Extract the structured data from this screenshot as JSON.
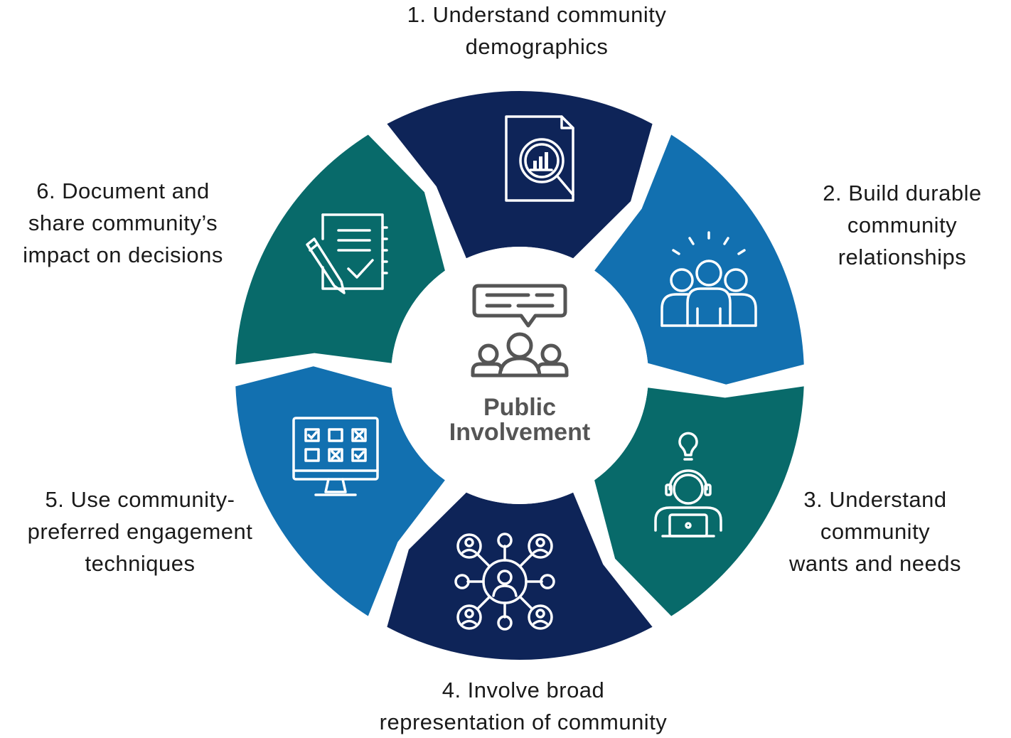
{
  "center": {
    "line1": "Public",
    "line2": "Involvement",
    "icon": "public-meeting-speech-bubble-icon",
    "text_color": "#555555"
  },
  "colors": {
    "navy": "#0e2458",
    "blue": "#1270b0",
    "teal": "#086a6a"
  },
  "steps": [
    {
      "lines": [
        "1. Understand community",
        "demographics"
      ],
      "color": "navy",
      "icon": "document-data-magnifier-icon"
    },
    {
      "lines": [
        "2. Build durable",
        "community",
        "relationships"
      ],
      "color": "blue",
      "icon": "community-group-icon"
    },
    {
      "lines": [
        "3. Understand",
        "community",
        "wants and needs"
      ],
      "color": "teal",
      "icon": "person-laptop-idea-icon"
    },
    {
      "lines": [
        "4. Involve broad",
        "representation of community"
      ],
      "color": "navy",
      "icon": "network-people-icon"
    },
    {
      "lines": [
        "5. Use community-",
        "preferred engagement",
        "techniques"
      ],
      "color": "blue",
      "icon": "monitor-checklist-icon"
    },
    {
      "lines": [
        "6. Document and",
        "share community’s",
        "impact on decisions"
      ],
      "color": "teal",
      "icon": "notepad-pen-checkmark-icon"
    }
  ]
}
